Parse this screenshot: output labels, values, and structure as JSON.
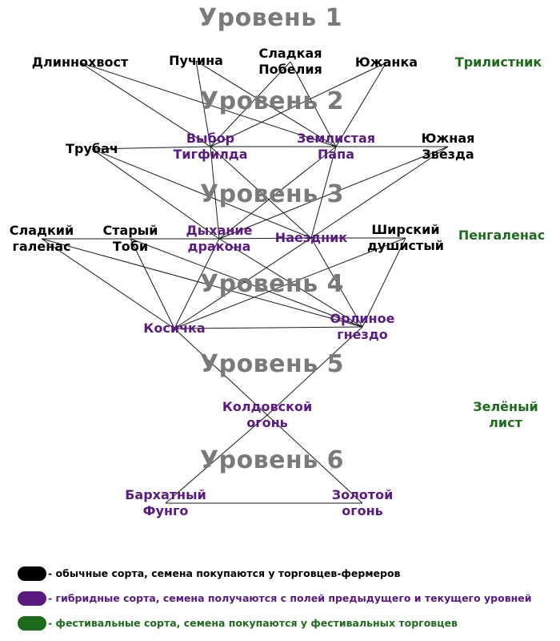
{
  "levels": [
    "Уровень 1",
    "Уровень 2",
    "Уровень 3",
    "Уровень 4",
    "Уровень 5",
    "Уровень 6"
  ],
  "colors": {
    "regular": "#000000",
    "hybrid": "#5a1a82",
    "festival": "#1e6b1e",
    "level": "#7a7a7a"
  },
  "nodes": {
    "dlinnokhvost": {
      "lines": [
        "Длиннохвост"
      ],
      "type": "regular"
    },
    "puchina": {
      "lines": [
        "Пучина"
      ],
      "type": "regular"
    },
    "sladkaya_pobelia": {
      "lines": [
        "Сладкая",
        "Побелия"
      ],
      "type": "regular"
    },
    "yuzhanka": {
      "lines": [
        "Южанка"
      ],
      "type": "regular"
    },
    "trilistnik": {
      "lines": [
        "Трилистник"
      ],
      "type": "festival"
    },
    "trubach": {
      "lines": [
        "Трубач"
      ],
      "type": "regular"
    },
    "vybor_tigfilda": {
      "lines": [
        "Выбор",
        "Тигфилда"
      ],
      "type": "hybrid"
    },
    "zemlistaya_papa": {
      "lines": [
        "Землистая",
        "Папа"
      ],
      "type": "hybrid"
    },
    "yuzhnaya_zvezda": {
      "lines": [
        "Южная",
        "Звезда"
      ],
      "type": "regular"
    },
    "sladkiy_galenas": {
      "lines": [
        "Сладкий",
        "галенас"
      ],
      "type": "regular"
    },
    "stary_tobi": {
      "lines": [
        "Старый",
        "Тоби"
      ],
      "type": "regular"
    },
    "dykhanie_drakona": {
      "lines": [
        "Дыхание",
        "дракона"
      ],
      "type": "hybrid"
    },
    "naezdnik": {
      "lines": [
        "Наездник"
      ],
      "type": "hybrid"
    },
    "shirsky_dushisty": {
      "lines": [
        "Ширский",
        "душистый"
      ],
      "type": "regular"
    },
    "pengalenas": {
      "lines": [
        "Пенгаленас"
      ],
      "type": "festival"
    },
    "kosichka": {
      "lines": [
        "Косичка"
      ],
      "type": "hybrid"
    },
    "orlinoe_gnezdo": {
      "lines": [
        "Орлиное",
        "гнездо"
      ],
      "type": "hybrid"
    },
    "koldovskoy_ogon": {
      "lines": [
        "Колдовской",
        "огонь"
      ],
      "type": "hybrid"
    },
    "zelyony_list": {
      "lines": [
        "Зелёный",
        "лист"
      ],
      "type": "festival"
    },
    "barkhatny_fungo": {
      "lines": [
        "Бархатный",
        "Фунго"
      ],
      "type": "hybrid"
    },
    "zolotoy_ogon": {
      "lines": [
        "Золотой",
        "огонь"
      ],
      "type": "hybrid"
    }
  },
  "edges": [
    [
      "dlinnokhvost",
      "vybor_tigfilda"
    ],
    [
      "dlinnokhvost",
      "zemlistaya_papa"
    ],
    [
      "puchina",
      "vybor_tigfilda"
    ],
    [
      "puchina",
      "zemlistaya_papa"
    ],
    [
      "sladkaya_pobelia",
      "vybor_tigfilda"
    ],
    [
      "sladkaya_pobelia",
      "zemlistaya_papa"
    ],
    [
      "yuzhanka",
      "vybor_tigfilda"
    ],
    [
      "yuzhanka",
      "zemlistaya_papa"
    ],
    [
      "trubach",
      "vybor_tigfilda"
    ],
    [
      "vybor_tigfilda",
      "zemlistaya_papa"
    ],
    [
      "zemlistaya_papa",
      "yuzhnaya_zvezda"
    ],
    [
      "trubach",
      "dykhanie_drakona"
    ],
    [
      "trubach",
      "naezdnik"
    ],
    [
      "vybor_tigfilda",
      "dykhanie_drakona"
    ],
    [
      "vybor_tigfilda",
      "naezdnik"
    ],
    [
      "zemlistaya_papa",
      "dykhanie_drakona"
    ],
    [
      "zemlistaya_papa",
      "naezdnik"
    ],
    [
      "yuzhnaya_zvezda",
      "dykhanie_drakona"
    ],
    [
      "yuzhnaya_zvezda",
      "naezdnik"
    ],
    [
      "sladkiy_galenas",
      "stary_tobi"
    ],
    [
      "stary_tobi",
      "dykhanie_drakona"
    ],
    [
      "dykhanie_drakona",
      "naezdnik"
    ],
    [
      "naezdnik",
      "shirsky_dushisty"
    ],
    [
      "sladkiy_galenas",
      "kosichka"
    ],
    [
      "sladkiy_galenas",
      "orlinoe_gnezdo"
    ],
    [
      "stary_tobi",
      "kosichka"
    ],
    [
      "stary_tobi",
      "orlinoe_gnezdo"
    ],
    [
      "dykhanie_drakona",
      "kosichka"
    ],
    [
      "dykhanie_drakona",
      "orlinoe_gnezdo"
    ],
    [
      "naezdnik",
      "kosichka"
    ],
    [
      "naezdnik",
      "orlinoe_gnezdo"
    ],
    [
      "shirsky_dushisty",
      "kosichka"
    ],
    [
      "shirsky_dushisty",
      "orlinoe_gnezdo"
    ],
    [
      "kosichka",
      "orlinoe_gnezdo"
    ],
    [
      "kosichka",
      "koldovskoy_ogon"
    ],
    [
      "orlinoe_gnezdo",
      "koldovskoy_ogon"
    ],
    [
      "koldovskoy_ogon",
      "barkhatny_fungo"
    ],
    [
      "koldovskoy_ogon",
      "zolotoy_ogon"
    ],
    [
      "barkhatny_fungo",
      "zolotoy_ogon"
    ]
  ],
  "legend": [
    {
      "type": "regular",
      "text": "- обычные сорта, семена покупаются у торговцев-фермеров"
    },
    {
      "type": "hybrid",
      "text": "- гибридные сорта, семена получаются с полей предыдущего и текущего уровней"
    },
    {
      "type": "festival",
      "text": "- фестивальные сорта, семена покупаются у фестивальных торговцев"
    }
  ]
}
